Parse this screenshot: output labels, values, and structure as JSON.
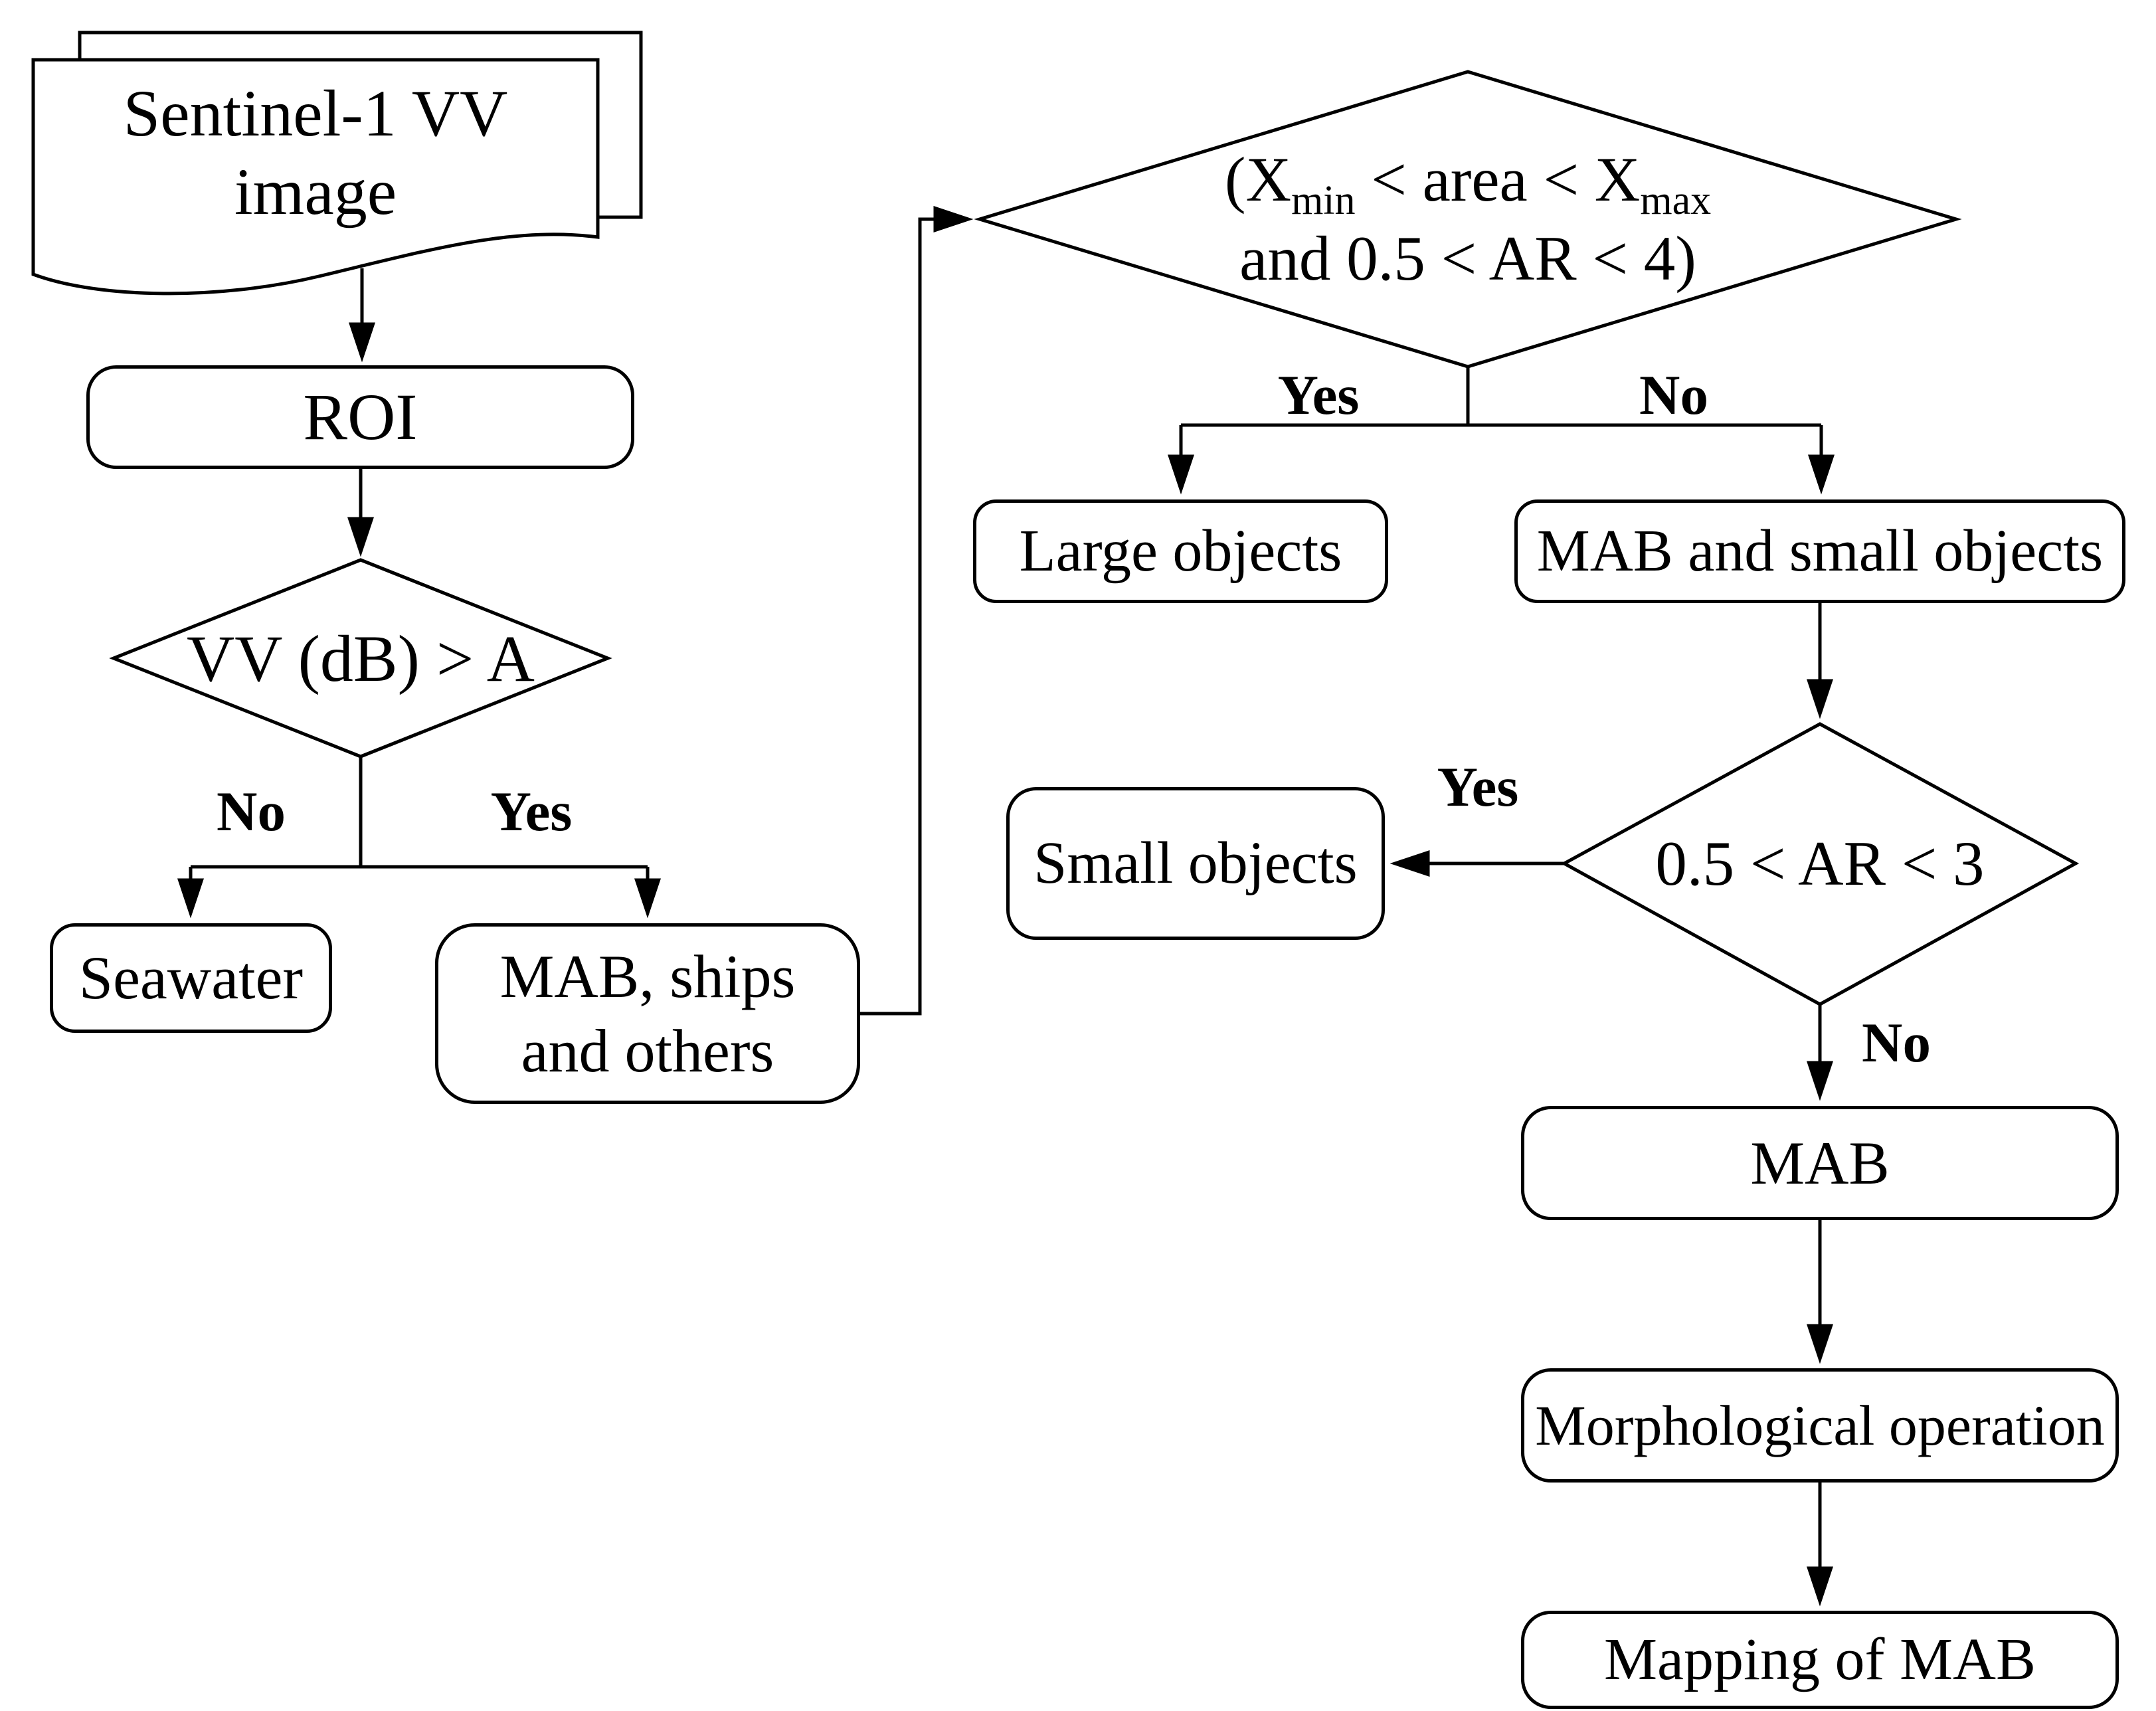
{
  "nodes": {
    "source": {
      "line1": "Sentinel-1 VV",
      "line2": "image"
    },
    "roi": {
      "label": "ROI"
    },
    "decision_vv": {
      "label": "VV (dB) > A"
    },
    "seawater": {
      "label": "Seawater"
    },
    "mab_ships": {
      "line1": "MAB, ships",
      "line2": "and others"
    },
    "decision_area": {
      "open": "(X",
      "sub_min": "min",
      "mid": " < area < X",
      "sub_max": "max",
      "line2": "and 0.5 < AR < 4)"
    },
    "large_objects": {
      "label": "Large objects"
    },
    "mab_small": {
      "label": "MAB and small objects"
    },
    "decision_ar": {
      "label": "0.5 < AR < 3"
    },
    "small_objects": {
      "label": "Small objects"
    },
    "mab": {
      "label": "MAB"
    },
    "morphological": {
      "label": "Morphological operation"
    },
    "mapping": {
      "label": "Mapping of MAB"
    }
  },
  "edge_labels": {
    "vv_no": "No",
    "vv_yes": "Yes",
    "area_yes": "Yes",
    "area_no": "No",
    "ar_yes": "Yes",
    "ar_no": "No"
  },
  "colors": {
    "stroke": "#000000",
    "fill": "#ffffff",
    "text": "#000000"
  }
}
